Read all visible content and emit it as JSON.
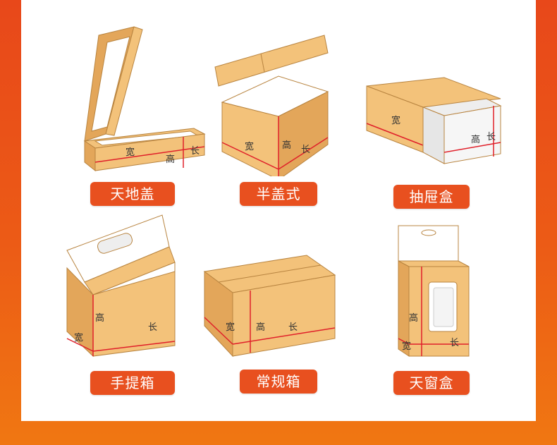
{
  "boxes": [
    {
      "name": "天地盖",
      "dims": {
        "width": "宽",
        "height": "高",
        "length": "长"
      }
    },
    {
      "name": "半盖式",
      "dims": {
        "width": "宽",
        "height": "高",
        "length": "长"
      }
    },
    {
      "name": "抽屉盒",
      "dims": {
        "width": "宽",
        "height": "高",
        "length": "长"
      }
    },
    {
      "name": "手提箱",
      "dims": {
        "width": "宽",
        "height": "高",
        "length": "长"
      }
    },
    {
      "name": "常规箱",
      "dims": {
        "width": "宽",
        "height": "高",
        "length": "长"
      }
    },
    {
      "name": "天窗盒",
      "dims": {
        "width": "宽",
        "height": "高",
        "length": "长"
      }
    }
  ],
  "colors": {
    "background": "#e8481a",
    "label_bg": "#e8501f",
    "cardboard": "#f3c27a",
    "cardboard_dark": "#e3a65a",
    "dimension_line": "#e0202a"
  }
}
